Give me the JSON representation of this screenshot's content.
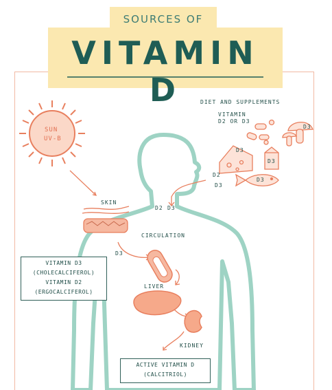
{
  "header": {
    "subtitle": "SOURCES OF",
    "title": "VITAMIN D"
  },
  "sun": {
    "line1": "SUN",
    "line2": "UV-B"
  },
  "diet": {
    "heading": "DIET AND SUPPLEMENTS",
    "vitamin_line1": "VITAMIN",
    "vitamin_line2": "D2 OR D3",
    "d3_mushroom": "D3",
    "d3_cheese": "D3",
    "d3_milk": "D3",
    "d3_fish": "D3",
    "d2_mouth": "D2",
    "d3_mouth": "D3"
  },
  "body": {
    "skin": "SKIN",
    "d2_neck": "D2",
    "d3_neck": "D3",
    "circulation": "CIRCULATION",
    "d3_circ": "D3",
    "liver": "LIVER",
    "kidney": "KIDNEY"
  },
  "boxes": {
    "vitamins": [
      "VITAMIN D3",
      "(CHOLECALCIFEROL)",
      "VITAMIN D2",
      "(ERGOCALCIFEROL)"
    ],
    "active_line1": "ACTIVE VITAMIN D",
    "active_line2": "(CALCITRIOL)"
  },
  "colors": {
    "teal": "#2f6b62",
    "teal_light": "#9ed3c4",
    "coral": "#e87f5e",
    "banner": "#fbe8b0"
  }
}
